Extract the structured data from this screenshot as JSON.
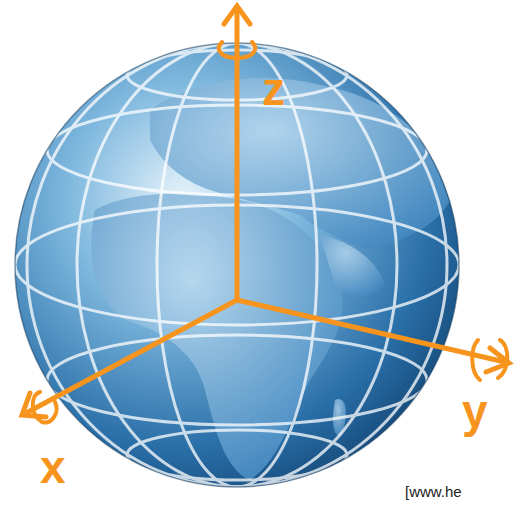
{
  "diagram": {
    "labels": [
      "z",
      "y",
      "x",
      "[www.he"
    ]
  }
}
